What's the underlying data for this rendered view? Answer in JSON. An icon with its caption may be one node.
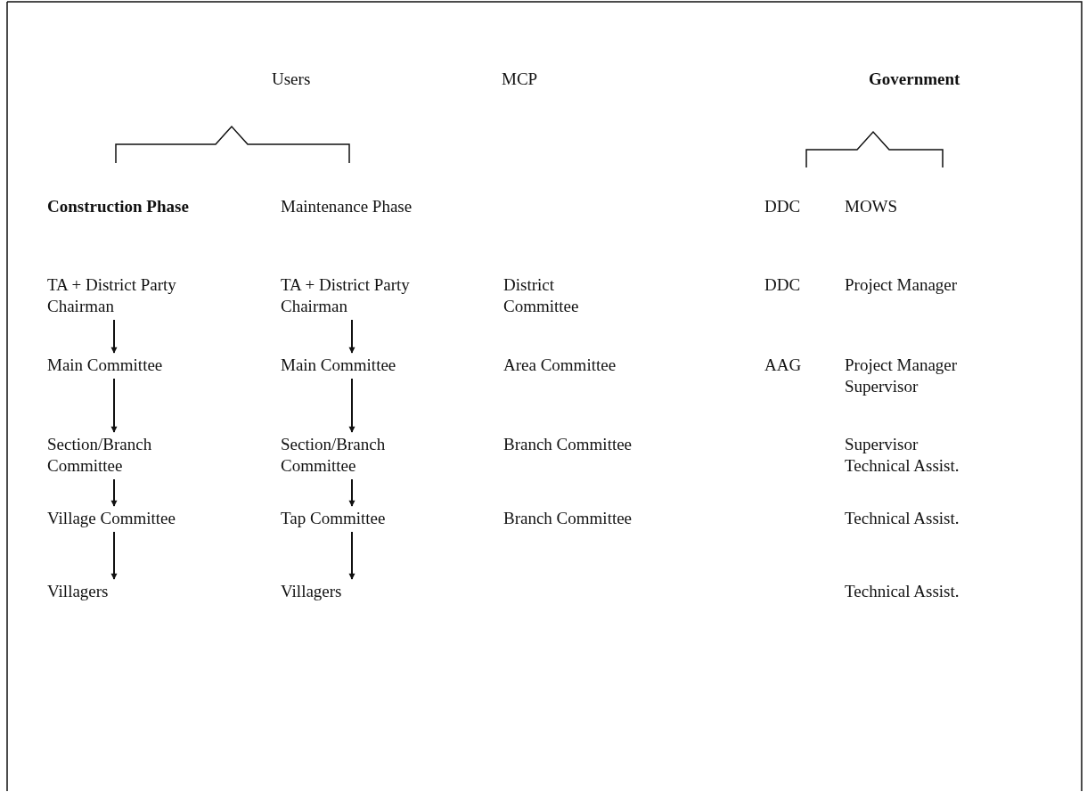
{
  "diagram": {
    "nodes": [
      {
        "text": [
          "TA + District Party Chairman"
        ]
      },
      {
        "text": [
          "Main Committee"
        ]
      },
      {
        "text": [
          "Section/Branch Committee"
        ]
      },
      {
        "text": [
          "Village Committee"
        ]
      },
      {
        "text": [
          "Villagers"
        ]
      },
      {
        "text": [
          "TA + District Party Chairman"
        ]
      },
      {
        "text": [
          "Main Committee"
        ]
      },
      {
        "text": [
          "Section/Branch Committee"
        ]
      },
      {
        "text": [
          "Tap Committee"
        ]
      },
      {
        "text": [
          "Villagers"
        ]
      }
    ],
    "edges": [
      {
        "from": 0,
        "to": 1,
        "arrow": "to"
      },
      {
        "from": 1,
        "to": 2,
        "arrow": "to"
      },
      {
        "from": 2,
        "to": 3,
        "arrow": "to"
      },
      {
        "from": 3,
        "to": 4,
        "arrow": "to"
      },
      {
        "from": 5,
        "to": 6,
        "arrow": "to"
      },
      {
        "from": 6,
        "to": 7,
        "arrow": "to"
      },
      {
        "from": 7,
        "to": 8,
        "arrow": "to"
      },
      {
        "from": 8,
        "to": 9,
        "arrow": "to"
      }
    ],
    "labels": [
      "Users",
      "MCP",
      "Government",
      "Construction Phase",
      "Maintenance Phase",
      "DDC",
      "MOWS",
      "District Committee",
      "DDC",
      "Project Manager",
      "Area Committee",
      "AAG",
      "Project Manager Supervisor",
      "Branch Committee",
      "Supervisor Technical Assist.",
      "Branch Committee",
      "Technical Assist.",
      "Technical Assist."
    ]
  }
}
